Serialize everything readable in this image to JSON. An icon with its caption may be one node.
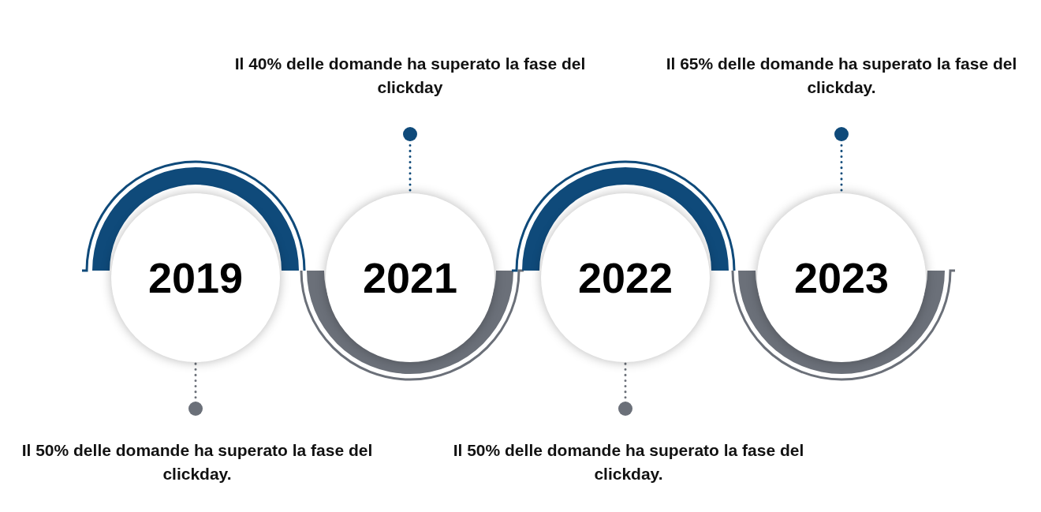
{
  "diagram": {
    "nodes": [
      {
        "text": [
          "Il 40% delle domande ha superato la fase del clickday"
        ]
      },
      {
        "text": [
          "Il 65% delle domande ha superato la fase del clickday."
        ]
      },
      {
        "text": [
          "2019"
        ]
      },
      {
        "text": [
          "2021"
        ]
      },
      {
        "text": [
          "2022"
        ]
      },
      {
        "text": [
          "2023"
        ]
      },
      {
        "text": [
          "Il 50% delle domande ha superato la fase del clickday."
        ]
      },
      {
        "text": [
          "Il 50% delle domande ha superato la fase del clickday."
        ]
      }
    ],
    "edges": [
      {
        "from": 0,
        "to": 3,
        "arrow": "other",
        "style": "dashed",
        "color": "#0f4a7a"
      },
      {
        "from": 1,
        "to": 5,
        "arrow": "other",
        "style": "dashed",
        "color": "#0f4a7a"
      },
      {
        "from": 6,
        "to": 2,
        "arrow": "other",
        "style": "dashed",
        "color": "#6b7079"
      },
      {
        "from": 7,
        "to": 4,
        "arrow": "other",
        "style": "dashed",
        "color": "#6b7079"
      }
    ]
  }
}
